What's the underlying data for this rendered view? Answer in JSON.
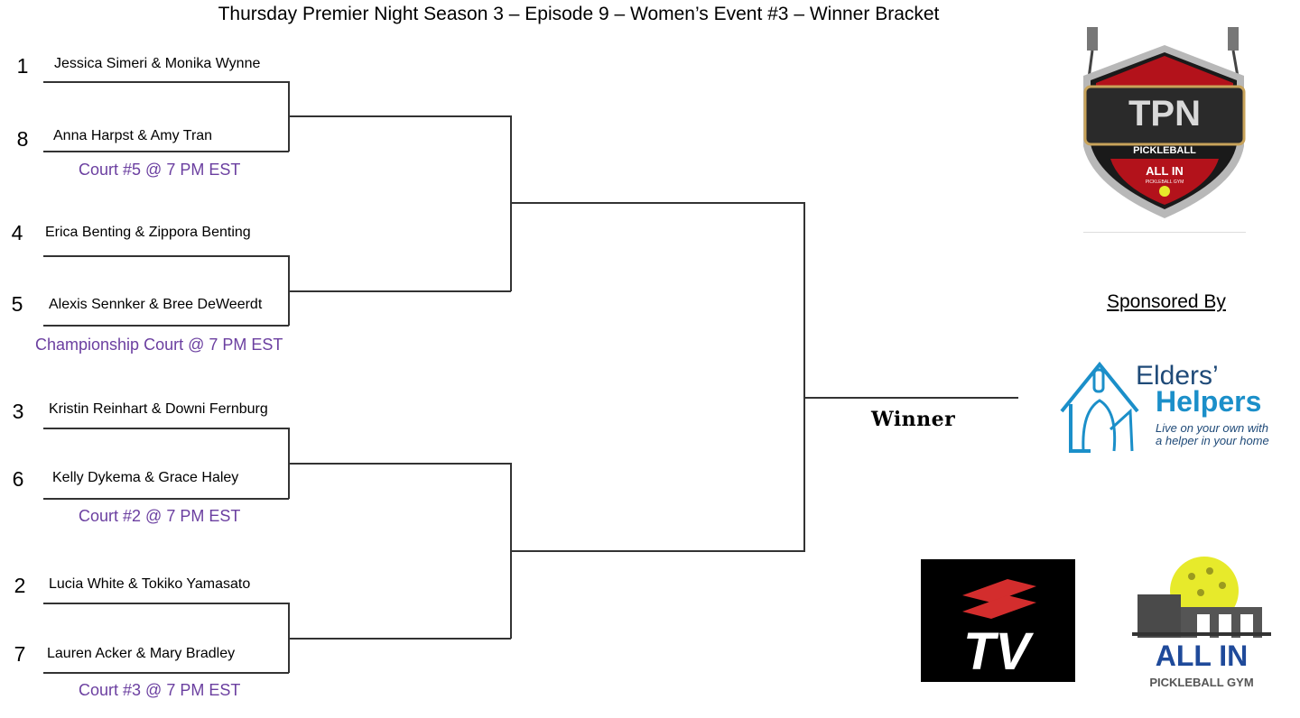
{
  "title": "Thursday Premier Night Season 3  – Episode 9 – Women’s Event #3 – Winner Bracket",
  "matches": [
    {
      "top": {
        "seed": "1",
        "team": "Jessica Simeri & Monika Wynne"
      },
      "bottom": {
        "seed": "8",
        "team": "Anna Harpst & Amy Tran"
      },
      "court": "Court #5 @ 7 PM EST"
    },
    {
      "top": {
        "seed": "4",
        "team": "Erica Benting & Zippora Benting"
      },
      "bottom": {
        "seed": "5",
        "team": "Alexis Sennker & Bree DeWeerdt"
      },
      "court": "Championship Court @ 7 PM EST"
    },
    {
      "top": {
        "seed": "3",
        "team": "Kristin Reinhart & Downi Fernburg"
      },
      "bottom": {
        "seed": "6",
        "team": "Kelly Dykema & Grace Haley"
      },
      "court": "Court #2 @ 7 PM EST"
    },
    {
      "top": {
        "seed": "2",
        "team": "Lucia White & Tokiko Yamasato"
      },
      "bottom": {
        "seed": "7",
        "team": "Lauren Acker & Mary Bradley"
      },
      "court": "Court #3 @ 7 PM EST"
    }
  ],
  "winner_label": "Winner",
  "sponsored_by": "Sponsored By",
  "logos": {
    "tpn": {
      "main": "TPN",
      "sub": "PICKLEBALL",
      "badge": "ALL IN",
      "badge_sub": "PICKLEBALL GYM"
    },
    "elders": {
      "line1": "Elders’",
      "line2": "Helpers",
      "tag1": "Live on your own with",
      "tag2": "a helper in your home"
    },
    "stv": {
      "text": "TV"
    },
    "allin": {
      "line1": "ALL IN",
      "line2": "PICKLEBALL GYM"
    }
  },
  "colors": {
    "court_text": "#6b3fa0",
    "line": "#333333",
    "elders_blue": "#1b8fc9",
    "elders_dark": "#1f4a78",
    "allin_blue": "#1f4a9a",
    "ball_yellow": "#e7ea2b",
    "tpn_red": "#b3121b"
  }
}
